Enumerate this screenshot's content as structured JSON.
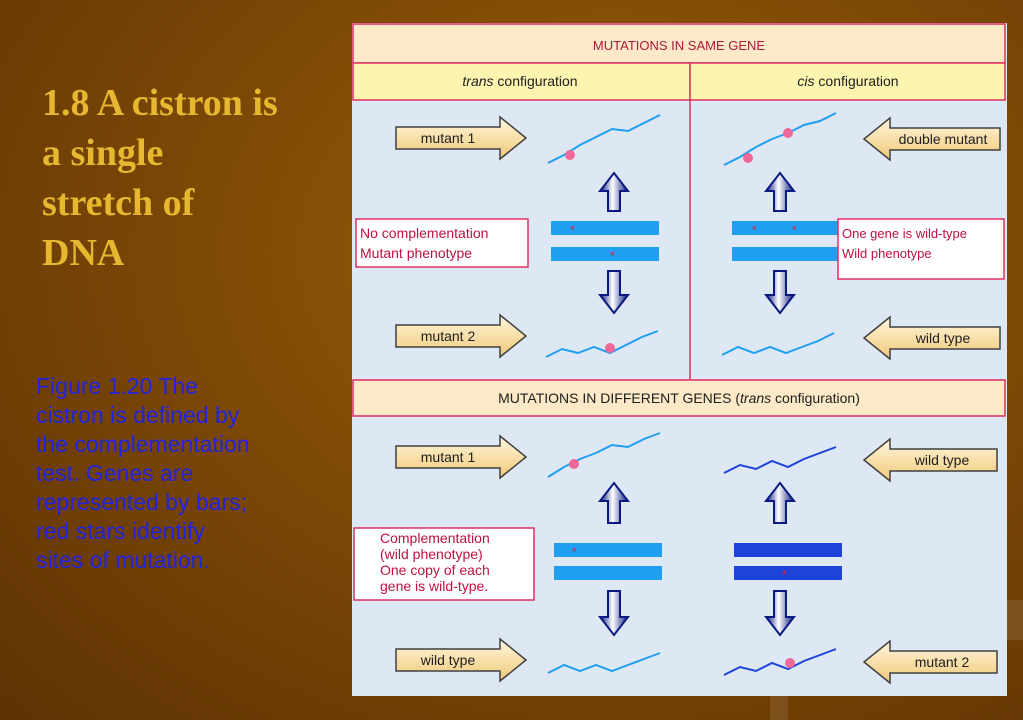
{
  "title_lines": [
    "1.8 A cistron is",
    "a single",
    "stretch of",
    "DNA"
  ],
  "caption_lines": [
    "Figure 1.20 The",
    "cistron is defined by",
    "the complementation",
    "test. Genes are",
    "represented by bars;",
    "red stars identify",
    "sites of mutation."
  ],
  "diagram": {
    "top_header": "MUTATIONS IN SAME GENE",
    "trans_label_italic": "trans",
    "trans_label_rest": " configuration",
    "cis_label_italic": "cis",
    "cis_label_rest": " configuration",
    "top_left": {
      "arrow_top": "mutant 1",
      "arrow_bottom": "mutant 2",
      "result_lines": [
        "No complementation",
        "Mutant phenotype"
      ]
    },
    "top_right": {
      "arrow_top": "double mutant",
      "arrow_bottom": "wild type",
      "result_lines": [
        "One gene is wild-type",
        "Wild phenotype"
      ]
    },
    "bottom_header_main": "MUTATIONS IN DIFFERENT GENES (",
    "bottom_header_italic": "trans",
    "bottom_header_end": " configuration)",
    "bottom_left": {
      "arrow_top": "mutant 1",
      "arrow_bottom": "wild type",
      "result_lines": [
        "Complementation",
        "(wild phenotype)",
        "One copy of each",
        "gene is wild-type."
      ]
    },
    "bottom_right": {
      "arrow_top": "wild type",
      "arrow_bottom": "mutant 2"
    },
    "colors": {
      "header_fill": "#fbe9c7",
      "label_fill": "#fcf5b0",
      "border": "#e03060",
      "bar_light": "#1f9ff0",
      "bar_dark": "#1d43d8",
      "arrow_dark": "#0a1a80",
      "mutation_dot": "#f06898",
      "mutation_star": "#e02040"
    }
  }
}
